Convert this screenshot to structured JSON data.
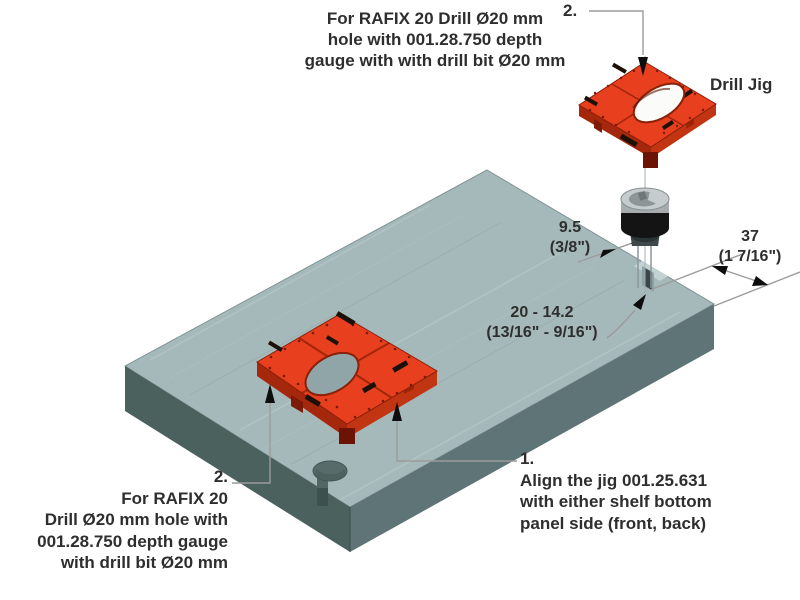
{
  "diagram": {
    "top_instruction": {
      "step_no": "2.",
      "line1": "For RAFIX 20 Drill Ø20 mm",
      "line2": "hole with 001.28.750 depth",
      "line3": "gauge with with drill bit Ø20 mm"
    },
    "drill_jig_label": "Drill Jig",
    "dim_edge_offset": {
      "metric": "9.5",
      "imperial": "(3/8\")"
    },
    "dim_corner_distance": {
      "metric": "37",
      "imperial": "(1 7/16\")"
    },
    "dim_depth_range": {
      "metric": "20 - 14.2",
      "imperial": "(13/16\" - 9/16\")"
    },
    "step1": {
      "step_no": "1.",
      "line1": "Align the jig 001.25.631",
      "line2": "with either shelf bottom",
      "line3": "panel side (front, back)"
    },
    "step2": {
      "step_no": "2.",
      "line1": "For RAFIX 20",
      "line2": "Drill Ø20 mm hole with",
      "line3": "001.28.750 depth gauge",
      "line4": "with drill bit Ø20 mm"
    },
    "colors": {
      "jig_red": "#e8401f",
      "jig_red_dark": "#a5270c",
      "panel_top": "#a6b9ba",
      "panel_side_left": "#4b615e",
      "panel_side_right": "#5e7476",
      "text": "#2e2e2e",
      "callout_line": "#9b9b9b",
      "arrowhead": "#0d0d0d"
    }
  }
}
